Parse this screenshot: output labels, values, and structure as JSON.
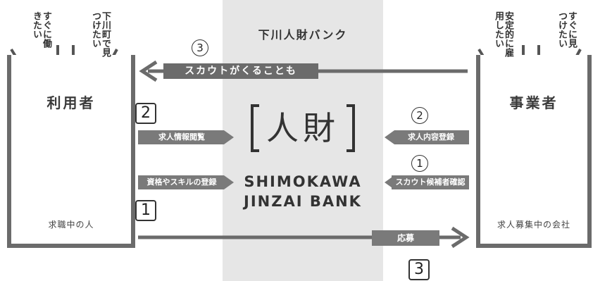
{
  "bank": {
    "title": "下川人財バンク",
    "logo_text": "人財",
    "name_line1": "SHIMOKAWA",
    "name_line2": "JINZAI BANK"
  },
  "user_panel": {
    "title": "利用者",
    "footer": "求職中の人",
    "bubble_left": "すぐに働きたい",
    "bubble_right": "下川町で見つけたい"
  },
  "employer_panel": {
    "title": "事業者",
    "footer": "求人募集中の会社",
    "bubble_left": "安定的に雇用したい",
    "bubble_right": "すぐに見つけたい"
  },
  "flows": {
    "scout": {
      "label": "スカウトがくることも",
      "step": "3"
    },
    "view_jobs": {
      "label": "求人情報閲覧",
      "step": "2"
    },
    "register_skills": {
      "label": "資格やスキルの登録",
      "step": "1"
    },
    "register_job": {
      "label": "求人内容登録",
      "step": "2"
    },
    "check_candidates": {
      "label": "スカウト候補者確認",
      "step": "1"
    },
    "apply": {
      "label": "応募",
      "step": "3"
    }
  },
  "colors": {
    "band": "#e6e6e6",
    "arrow": "#6b6b6b",
    "label_bg": "#7a7a7a",
    "text": "#333333"
  }
}
